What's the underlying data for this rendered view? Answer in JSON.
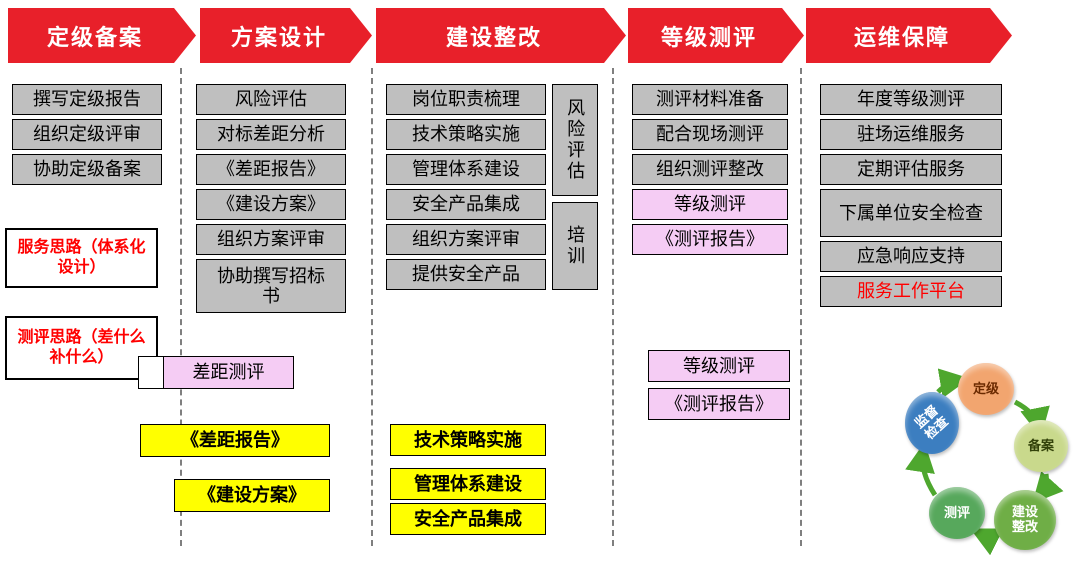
{
  "stages": [
    {
      "label": "定级备案"
    },
    {
      "label": "方案设计"
    },
    {
      "label": "建设整改"
    },
    {
      "label": "等级测评"
    },
    {
      "label": "运维保障"
    }
  ],
  "columns": {
    "grading": [
      "撰写定级报告",
      "组织定级评审",
      "协助定级备案"
    ],
    "design": [
      "风险评估",
      "对标差距分析",
      "《差距报告》",
      "《建设方案》",
      "组织方案评审",
      "协助撰写招标书"
    ],
    "construction": [
      "岗位职责梳理",
      "技术策略实施",
      "管理体系建设",
      "安全产品集成",
      "组织方案评审",
      "提供安全产品"
    ],
    "construction_side": [
      "风险评估",
      "培训"
    ],
    "evaluation": [
      "测评材料准备",
      "配合现场测评",
      "组织测评整改",
      "等级测评",
      "《测评报告》"
    ],
    "operation": [
      "年度等级测评",
      "驻场运维服务",
      "定期评估服务",
      "下属单位安全检查",
      "应急响应支持",
      "服务工作平台"
    ]
  },
  "notes": {
    "service": "服务思路（体系化设计）",
    "evaluation": "测评思路（差什么补什么）"
  },
  "highlights": {
    "gap_eval": "差距测评",
    "gap_report": "《差距报告》",
    "build_plan": "《建设方案》",
    "tech_impl": "技术策略实施",
    "mgmt_system": "管理体系建设",
    "product_integration": "安全产品集成",
    "level_eval": "等级测评",
    "eval_report": "《测评报告》"
  },
  "cycle": {
    "nodes": [
      {
        "label": "定级",
        "color": "#F2A56F"
      },
      {
        "label": "备案",
        "color": "#C9D98C"
      },
      {
        "label": "建设整改",
        "color": "#6FAE46"
      },
      {
        "label": "测评",
        "color": "#57A85C"
      },
      {
        "label": "监督检查",
        "color": "#3C7EC0"
      }
    ],
    "arrow_color": "#4EA72E"
  },
  "colors": {
    "stage_red": "#E8202A",
    "box_gray": "#BFBFBF",
    "pink": "#F5CCF4",
    "yellow": "#FFFF00",
    "note_red": "#FF0000"
  }
}
